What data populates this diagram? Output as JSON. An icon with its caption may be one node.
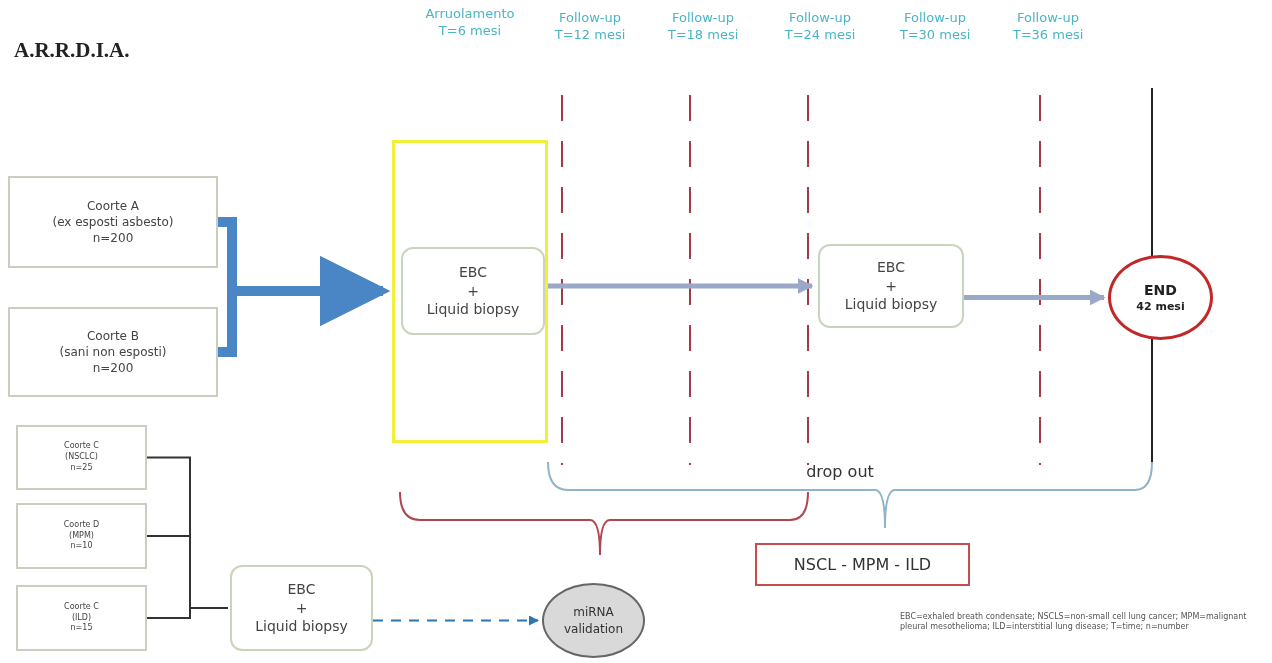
{
  "diagram": {
    "title": "A.R.R.D.I.A.",
    "nodes": [
      {
        "text": [
          "Coorte A",
          "(ex esposti asbesto)",
          "n=200"
        ]
      },
      {
        "text": [
          "Coorte B",
          "(sani non esposti)",
          "n=200"
        ]
      },
      {
        "text": [],
        "shape": "box"
      },
      {
        "text": [
          "EBC",
          "+",
          "Liquid biopsy"
        ],
        "in": 2
      },
      {
        "text": [
          "EBC",
          "+",
          "Liquid biopsy"
        ]
      },
      {
        "text": [
          "END",
          "42 mesi"
        ]
      },
      {
        "text": [
          "Coorte C",
          "(NSCLC)",
          "n=25"
        ]
      },
      {
        "text": [
          "Coorte D",
          "(MPM)",
          "n=10"
        ]
      },
      {
        "text": [
          "Coorte C",
          "(ILD)",
          "n=15"
        ]
      },
      {
        "text": [
          "EBC",
          "+",
          "Liquid biopsy"
        ]
      },
      {
        "text": [
          "miRNA validation"
        ]
      },
      {
        "text": [
          "NSCL - MPM - ILD"
        ]
      }
    ],
    "edges": [
      {
        "from": 0,
        "to": 3,
        "arrow": "to",
        "style": "thick",
        "color": "#4a86c5"
      },
      {
        "from": 1,
        "to": 3,
        "arrow": "to",
        "style": "thick",
        "color": "#4a86c5"
      },
      {
        "from": 3,
        "to": 4,
        "arrow": "to",
        "style": "thick",
        "color": "#9aa9c8"
      },
      {
        "from": 4,
        "to": 5,
        "arrow": "to",
        "style": "thick",
        "color": "#9aa9c8"
      },
      {
        "from": 6,
        "to": 9,
        "arrow": "none"
      },
      {
        "from": 7,
        "to": 9,
        "arrow": "none"
      },
      {
        "from": 8,
        "to": 9,
        "arrow": "none"
      },
      {
        "from": 9,
        "to": 10,
        "arrow": "to",
        "style": "dashed",
        "color": "#2e75b6"
      }
    ],
    "labels": [
      "Arruolamento T=6 mesi",
      "Follow-up T=12 mesi",
      "Follow-up T=18 mesi",
      "Follow-up T=24 mesi",
      "Follow-up T=30 mesi",
      "Follow-up T=36 mesi",
      "drop out",
      "EBC=exhaled breath condensate; NSCLS=non-small cell lung cancer; MPM=malignant pleural mesothelioma; ILD=interstitial lung disease; T=time; n=number"
    ]
  }
}
